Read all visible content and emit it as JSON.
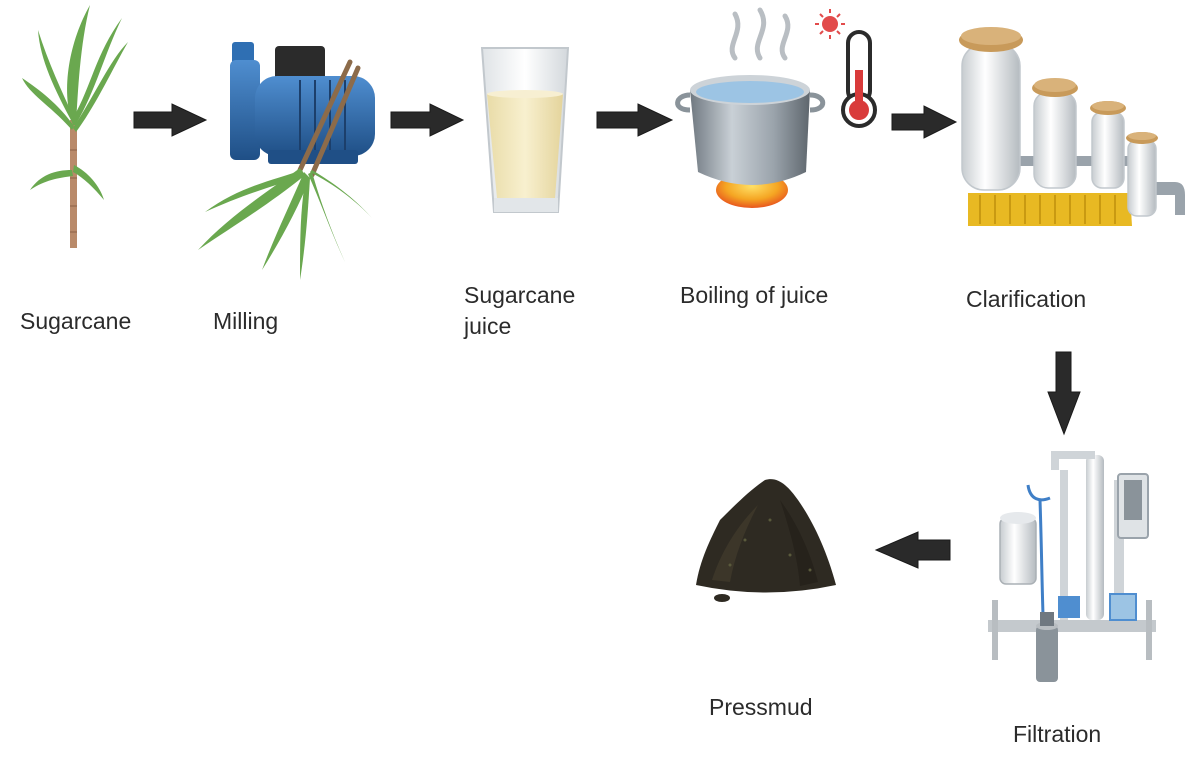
{
  "steps": {
    "sugarcane": "Sugarcane",
    "milling": "Milling",
    "juice_line1": "Sugarcane",
    "juice_line2": "juice",
    "boiling": "Boiling of juice",
    "clarification": "Clarification",
    "filtration": "Filtration",
    "pressmud": "Pressmud"
  },
  "icons": {
    "sugarcane": "sugarcane-plant-icon",
    "milling": "milling-machine-icon",
    "juice": "juice-glass-icon",
    "boiling": "boiling-pot-icon",
    "thermometer": "thermometer-icon",
    "clarification": "clarification-tanks-icon",
    "filtration": "filtration-unit-icon",
    "pressmud": "pressmud-pile-icon",
    "arrow": "arrow-icon"
  },
  "colors": {
    "arrow_fill": "#2a2a2a",
    "label_text": "#2b2b2b",
    "cane_green": "#6aa84f",
    "motor_blue": "#2f6fb3",
    "juice_yellow": "#f3e9c2",
    "pot_steel": "#9aa3ab",
    "flame_orange": "#f5a623",
    "thermo_red": "#d93b3b",
    "cork_tan": "#c89a5a",
    "base_yellow": "#e8b923",
    "mud_dark": "#2e2a22"
  }
}
